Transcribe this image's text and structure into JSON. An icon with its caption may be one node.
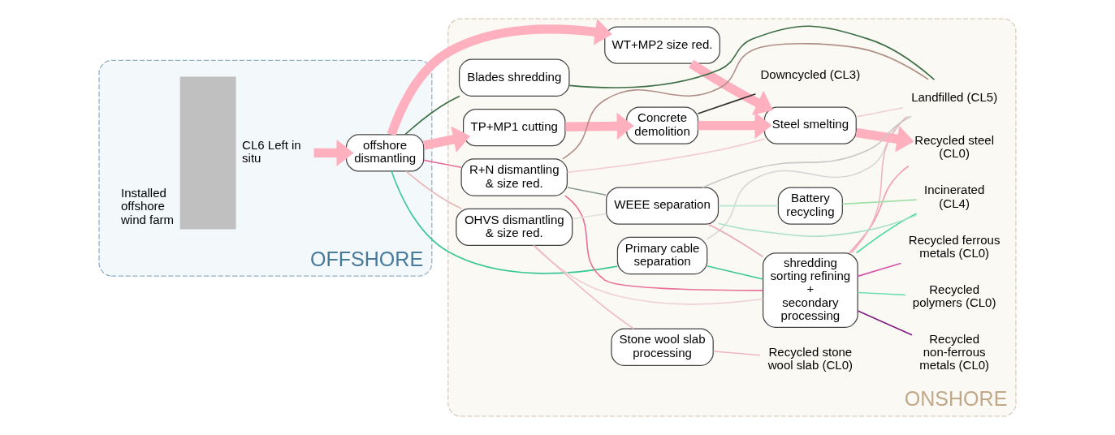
{
  "diagram": {
    "nodes": [
      {
        "text": [
          "OFFSHORE"
        ]
      },
      {
        "text": [
          "Installed offshore wind farm"
        ],
        "beside": [
          "CL6 Left in situ"
        ],
        "in": 0
      },
      {
        "text": [
          "offshore dismantling"
        ],
        "in": 0
      },
      {
        "text": [
          "ONSHORE"
        ]
      },
      {
        "text": [
          "WT+MP2 size red."
        ],
        "in": 3
      },
      {
        "text": [
          "TP+MP1 cutting"
        ],
        "in": 3
      },
      {
        "text": [
          "Concrete demolition"
        ],
        "in": 3
      },
      {
        "text": [
          "Primary cable separation"
        ],
        "in": 3
      },
      {
        "text": [
          "shredding sorting refining",
          "+",
          "secondary processing"
        ],
        "in": 3
      },
      {
        "text": [
          "Steel smelting"
        ],
        "in": 3
      },
      {
        "text": [
          "R+N dismantling & size red."
        ],
        "in": 3
      },
      {
        "text": [
          "WEEE separation"
        ],
        "in": 3
      },
      {
        "text": [
          "OHVS dismantling & size red."
        ],
        "in": 3
      },
      {
        "text": [
          "Stone wool slab processing"
        ],
        "in": 3
      },
      {
        "text": [
          "Battery recycling"
        ],
        "in": 3
      },
      {
        "text": [
          "Blades shredding"
        ],
        "in": 3
      },
      {
        "text": [
          "Recycled steel (CL0)"
        ],
        "in": 3
      },
      {
        "text": [
          "Recycled ferrous metals (CL0)"
        ],
        "in": 3
      },
      {
        "text": [
          "Recycled non-ferrous metals (CL0)"
        ],
        "in": 3
      },
      {
        "text": [
          "Recycled polymers (CL0)"
        ],
        "in": 3
      },
      {
        "text": [
          "Recycled stone wool slab (CL0)"
        ],
        "in": 3
      },
      {
        "text": [
          "Downcycled (CL3)"
        ],
        "in": 3
      },
      {
        "text": [
          "Incinerated (CL4)"
        ],
        "in": 3
      },
      {
        "text": [
          "Landfilled (CL5)"
        ],
        "in": 3
      }
    ],
    "edges": [
      {
        "from": 1,
        "to": 2,
        "arrow": "to",
        "style": "thick",
        "color": "#ffb0bf"
      },
      {
        "from": 2,
        "to": 4,
        "arrow": "to",
        "style": "thick",
        "color": "#ffb0bf"
      },
      {
        "from": 2,
        "to": 5,
        "arrow": "to",
        "style": "thick",
        "color": "#ffb0bf"
      },
      {
        "from": 2,
        "to": 7,
        "arrow": "none",
        "color": "#3cc896"
      },
      {
        "from": 2,
        "to": 10,
        "arrow": "none",
        "color": "#e8709a"
      },
      {
        "from": 2,
        "to": 12,
        "arrow": "none",
        "color": "#e8b8b8"
      },
      {
        "from": 2,
        "to": 15,
        "arrow": "none",
        "color": "#3c6e46"
      },
      {
        "from": 4,
        "to": 9,
        "arrow": "to",
        "style": "thick",
        "color": "#ffb0bf"
      },
      {
        "from": 5,
        "to": 6,
        "arrow": "to",
        "style": "thick",
        "color": "#ffb0bf"
      },
      {
        "from": 6,
        "to": 9,
        "arrow": "to",
        "style": "thick",
        "color": "#ffb0bf"
      },
      {
        "from": 6,
        "to": 21,
        "arrow": "none",
        "color": "#333333"
      },
      {
        "from": 7,
        "to": 8,
        "arrow": "none",
        "color": "#3cc896"
      },
      {
        "from": 7,
        "to": 23,
        "arrow": "none",
        "color": "#d8d8d8"
      },
      {
        "from": 10,
        "to": 8,
        "arrow": "none",
        "color": "#e8709a"
      },
      {
        "from": 10,
        "to": 9,
        "arrow": "none",
        "color": "#f5c8d0"
      },
      {
        "from": 10,
        "to": 11,
        "arrow": "none",
        "color": "#8a9a96"
      },
      {
        "from": 10,
        "to": 23,
        "arrow": "none",
        "color": "#b09088"
      },
      {
        "from": 12,
        "to": 8,
        "arrow": "none",
        "color": "#f0d0d8"
      },
      {
        "from": 12,
        "to": 11,
        "arrow": "none",
        "color": "#e0e0e0"
      },
      {
        "from": 12,
        "to": 13,
        "arrow": "none",
        "color": "#f0b8c0"
      },
      {
        "from": 11,
        "to": 8,
        "arrow": "none",
        "color": "#e8a8b8"
      },
      {
        "from": 11,
        "to": 14,
        "arrow": "none",
        "color": "#b8e8d0"
      },
      {
        "from": 11,
        "to": 22,
        "arrow": "none",
        "color": "#a8e0c8"
      },
      {
        "from": 11,
        "to": 23,
        "arrow": "none",
        "color": "#c8c8c8"
      },
      {
        "from": 13,
        "to": 20,
        "arrow": "none",
        "color": "#f0b8c0"
      },
      {
        "from": 14,
        "to": 22,
        "arrow": "none",
        "color": "#a0e0a8"
      },
      {
        "from": 15,
        "to": 23,
        "arrow": "none",
        "color": "#3c6e46"
      },
      {
        "from": 9,
        "to": 16,
        "arrow": "to",
        "style": "thick",
        "color": "#ffb0bf"
      },
      {
        "from": 9,
        "to": 23,
        "arrow": "none",
        "color": "#f0d0d8"
      },
      {
        "from": 8,
        "to": 16,
        "arrow": "none",
        "color": "#f39ab0"
      },
      {
        "from": 8,
        "to": 17,
        "arrow": "none",
        "color": "#d850a8"
      },
      {
        "from": 8,
        "to": 18,
        "arrow": "none",
        "color": "#801c80"
      },
      {
        "from": 8,
        "to": 19,
        "arrow": "none",
        "color": "#6ee0b0"
      },
      {
        "from": 8,
        "to": 22,
        "arrow": "none",
        "color": "#40d8a0"
      },
      {
        "from": 8,
        "to": 23,
        "arrow": "none",
        "color": "#f0b8c0"
      }
    ]
  }
}
